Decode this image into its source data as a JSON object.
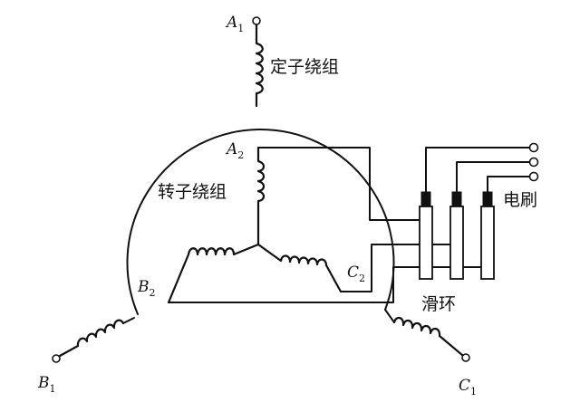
{
  "labels": {
    "a1": {
      "letter": "A",
      "sub": "1"
    },
    "a2": {
      "letter": "A",
      "sub": "2"
    },
    "b1": {
      "letter": "B",
      "sub": "1"
    },
    "b2": {
      "letter": "B",
      "sub": "2"
    },
    "c1": {
      "letter": "C",
      "sub": "1"
    },
    "c2": {
      "letter": "C",
      "sub": "2"
    }
  },
  "captions": {
    "stator_winding": "定子绕组",
    "rotor_winding": "转子绕组",
    "brush": "电刷",
    "slip_ring": "滑环"
  }
}
